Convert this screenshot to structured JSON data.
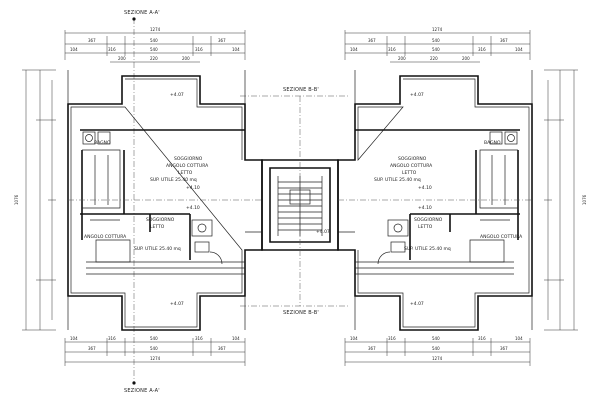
{
  "sections": {
    "a_top": "SEZIONE A-A'",
    "a_bottom": "SEZIONE A-A'",
    "b_top": "SEZIONE B-B'",
    "b_bottom": "SEZIONE B-B'"
  },
  "left_unit": {
    "dims_top": {
      "overall": "1274",
      "row2": [
        "367",
        "540",
        "367"
      ],
      "row3": [
        "104",
        "316",
        "540",
        "316",
        "104"
      ],
      "row4": [
        "200",
        "220",
        "200"
      ]
    },
    "dims_bottom": {
      "row1": [
        "104",
        "316",
        "540",
        "316",
        "104"
      ],
      "row2": [
        "367",
        "540",
        "367"
      ],
      "overall": "1274"
    },
    "levels": [
      "+4.07",
      "+4.10",
      "+4.10",
      "+4.07"
    ],
    "rooms": [
      {
        "name": "SOGGIORNO",
        "sub": "ANGOLO COTTURA",
        "area": "LETTO",
        "note": "SUP. UTILE 25.40 mq"
      },
      {
        "name": "SOGGIORNO",
        "sub": "LETTO",
        "area": "",
        "note": "SUP. UTILE 25.40 mq"
      },
      {
        "name": "BAGNO",
        "sub": "",
        "area": "",
        "note": ""
      },
      {
        "name": "ANGOLO COTTURA",
        "sub": "",
        "area": "",
        "note": ""
      }
    ]
  },
  "right_unit": {
    "dims_top": {
      "overall": "1274",
      "row2": [
        "367",
        "540",
        "367"
      ],
      "row3": [
        "104",
        "316",
        "540",
        "316",
        "104"
      ],
      "row4": [
        "200",
        "220",
        "200"
      ]
    },
    "dims_bottom": {
      "row1": [
        "104",
        "316",
        "540",
        "316",
        "104"
      ],
      "row2": [
        "367",
        "540",
        "367"
      ],
      "overall": "1274"
    },
    "levels": [
      "+4.07",
      "+4.10",
      "+4.10",
      "+4.07"
    ],
    "rooms": [
      {
        "name": "SOGGIORNO",
        "sub": "ANGOLO COTTURA",
        "area": "LETTO",
        "note": "SUP. UTILE 25.40 mq"
      },
      {
        "name": "SOGGIORNO",
        "sub": "LETTO",
        "area": "",
        "note": "SUP. UTILE 25.40 mq"
      },
      {
        "name": "BAGNO",
        "sub": "",
        "area": "",
        "note": ""
      },
      {
        "name": "ANGOLO COTTURA",
        "sub": "",
        "area": "",
        "note": ""
      }
    ]
  },
  "stair": {
    "level": "+4.07"
  },
  "side_dims": {
    "left_overall": "1076",
    "right_overall": "1076"
  }
}
